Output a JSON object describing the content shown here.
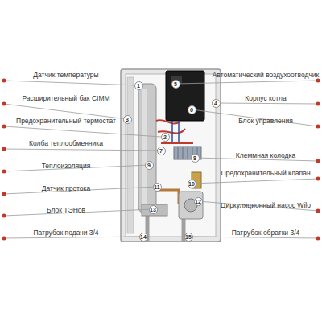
{
  "diagram": {
    "nodes": [
      {
        "text": [
          "1"
        ]
      },
      {
        "text": [
          "2"
        ]
      },
      {
        "text": [
          "3"
        ]
      },
      {
        "text": [
          "4"
        ]
      },
      {
        "text": [
          "5"
        ]
      },
      {
        "text": [
          "6"
        ]
      },
      {
        "text": [
          "7"
        ]
      },
      {
        "text": [
          "8"
        ]
      },
      {
        "text": [
          "9"
        ]
      },
      {
        "text": [
          "10"
        ]
      },
      {
        "text": [
          "11"
        ]
      },
      {
        "text": [
          "12"
        ]
      },
      {
        "text": [
          "13"
        ]
      },
      {
        "text": [
          "14"
        ]
      },
      {
        "text": [
          "15"
        ]
      }
    ],
    "labels": [
      "Датчик температуры",
      "Расширительный бак CIMM",
      "Предохранительный термостат",
      "Колба теплообменника",
      "Теплоизоляция",
      "Датчик протока",
      "Блок ТЭНов",
      "Патрубок подачи 3/4",
      "Автоматический воздухоотводчик",
      "Корпус котла",
      "Блок управления",
      "Клеммная колодка",
      "Предохранительный клапан",
      "Циркуляционный насос Wilo",
      "Патрубок обратки 3/4"
    ]
  }
}
